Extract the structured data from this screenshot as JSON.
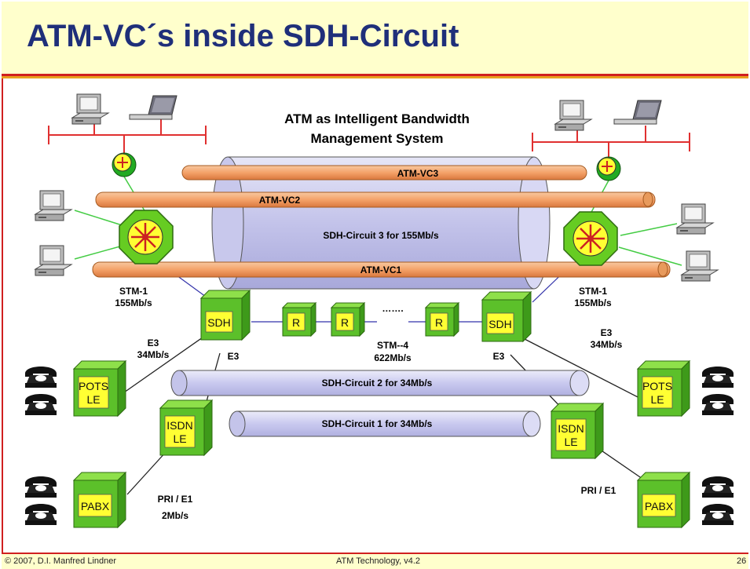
{
  "slide": {
    "title": "ATM-VC´s inside SDH-Circuit",
    "footer_left": "© 2007, D.I. Manfred Lindner",
    "footer_center": "ATM Technology, v4.2",
    "page_number": "26"
  },
  "diagram": {
    "heading_line1": "ATM as Intelligent Bandwidth",
    "heading_line2": "Management System",
    "vc3": "ATM-VC3",
    "vc2": "ATM-VC2",
    "vc1": "ATM-VC1",
    "sdh_circuit3": "SDH-Circuit 3 for 155Mb/s",
    "sdh_circuit2": "SDH-Circuit 2 for 34Mb/s",
    "sdh_circuit1": "SDH-Circuit 1 for 34Mb/s",
    "stm1_left_a": "STM-1",
    "stm1_left_b": "155Mb/s",
    "stm1_right_a": "STM-1",
    "stm1_right_b": "155Mb/s",
    "e3_left_a": "E3",
    "e3_left_b": "34Mb/s",
    "e3_left_c": "E3",
    "e3_right_a": "E3",
    "e3_right_b": "34Mb/s",
    "e3_right_c": "E3",
    "stm4_a": "STM--4",
    "stm4_b": "622Mb/s",
    "dots": "…….",
    "pri_left_a": "PRI / E1",
    "pri_left_b": "2Mb/s",
    "pri_right": "PRI / E1",
    "sdh": "SDH",
    "repeater": "R",
    "pots": "POTS",
    "isdn": "ISDN",
    "le": "LE",
    "pabx": "PABX"
  }
}
